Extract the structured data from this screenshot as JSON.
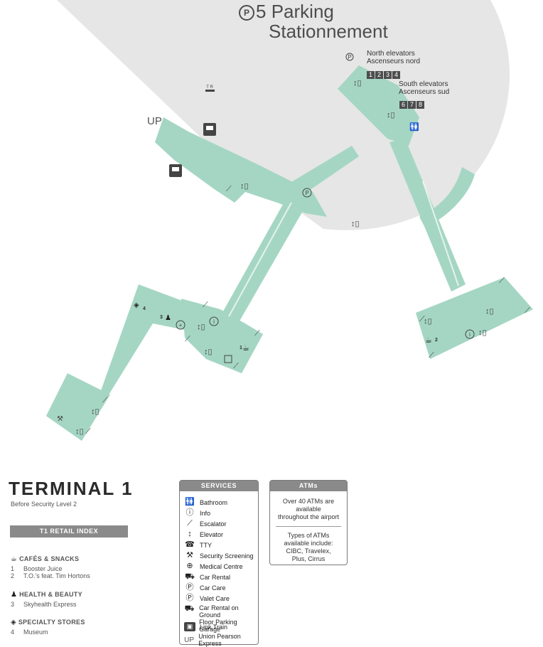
{
  "map": {
    "parking_title": {
      "circle_letter": "P",
      "number": "5",
      "line1": "Parking",
      "line2": "Stationnement"
    },
    "north_elevators": {
      "label_en": "North elevators",
      "label_fr": "Ascenseurs nord",
      "numbers": [
        "1",
        "2",
        "3",
        "4"
      ]
    },
    "south_elevators": {
      "label_en": "South elevators",
      "label_fr": "Ascenseurs sud",
      "numbers": [
        "6",
        "7",
        "8"
      ]
    },
    "up_label": "UP",
    "store_markers": {
      "cafe_1": "1",
      "cafe_2": "2",
      "health_3": "3",
      "specialty_4": "4"
    },
    "colors": {
      "parking": "#e6e6e6",
      "terminal": "#a5d6c4",
      "terminal_dark": "#8fc9b3",
      "icon": "#444444"
    }
  },
  "legend": {
    "terminal_title": "TERMINAL 1",
    "terminal_subtitle": "Before Security Level 2",
    "retail_index_title": "T1 RETAIL INDEX",
    "categories": [
      {
        "icon": "coffee-icon",
        "title": "CAFÉS & SNACKS",
        "items": [
          {
            "num": "1",
            "name": "Booster Juice"
          },
          {
            "num": "2",
            "name": "T.O.'s feat. Tim Hortons"
          }
        ]
      },
      {
        "icon": "health-beauty-icon",
        "title": "HEALTH & BEAUTY",
        "items": [
          {
            "num": "3",
            "name": "Skyhealth Express"
          }
        ]
      },
      {
        "icon": "tag-icon",
        "title": "SPECIALTY STORES",
        "items": [
          {
            "num": "4",
            "name": "Museum"
          }
        ]
      }
    ]
  },
  "services": {
    "title": "SERVICES",
    "items": [
      {
        "icon": "bathroom-icon",
        "label": "Bathroom"
      },
      {
        "icon": "info-icon",
        "label": "Info"
      },
      {
        "icon": "escalator-icon",
        "label": "Escalator"
      },
      {
        "icon": "elevator-icon",
        "label": "Elevator"
      },
      {
        "icon": "tty-icon",
        "label": "TTY"
      },
      {
        "icon": "security-screening-icon",
        "label": "Security Screening"
      },
      {
        "icon": "medical-centre-icon",
        "label": "Medical Centre"
      },
      {
        "icon": "car-rental-icon",
        "label": "Car Rental"
      },
      {
        "icon": "car-care-icon",
        "label": "Car Care"
      },
      {
        "icon": "valet-care-icon",
        "label": "Valet Care"
      },
      {
        "icon": "car-rental-ground-icon",
        "label": "Car Rental on Ground",
        "label2": "Floor Parking Garage"
      },
      {
        "icon": "link-train-icon",
        "label": "Link Train"
      },
      {
        "icon": "up-express-icon",
        "label": "Union Pearson Express",
        "icon_text": "UP"
      }
    ]
  },
  "atms": {
    "title": "ATMs",
    "line1": "Over 40 ATMs are available",
    "line2": "throughout the airport",
    "types_line1": "Types of ATMs",
    "types_line2": "available include:",
    "types_line3": "CIBC, Travelex,",
    "types_line4": "Plus, Cirrus"
  }
}
